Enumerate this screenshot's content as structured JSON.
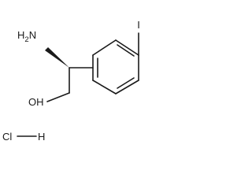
{
  "molecule": {
    "amine": {
      "main": "H",
      "subscript": "2",
      "tail": "N"
    },
    "iodo": "I",
    "hydroxyl": "OH",
    "salt": {
      "chlorine": "Cl",
      "hydrogen": "H"
    },
    "colors": {
      "ink": "#1a1a1a",
      "background": "#ffffff"
    }
  }
}
